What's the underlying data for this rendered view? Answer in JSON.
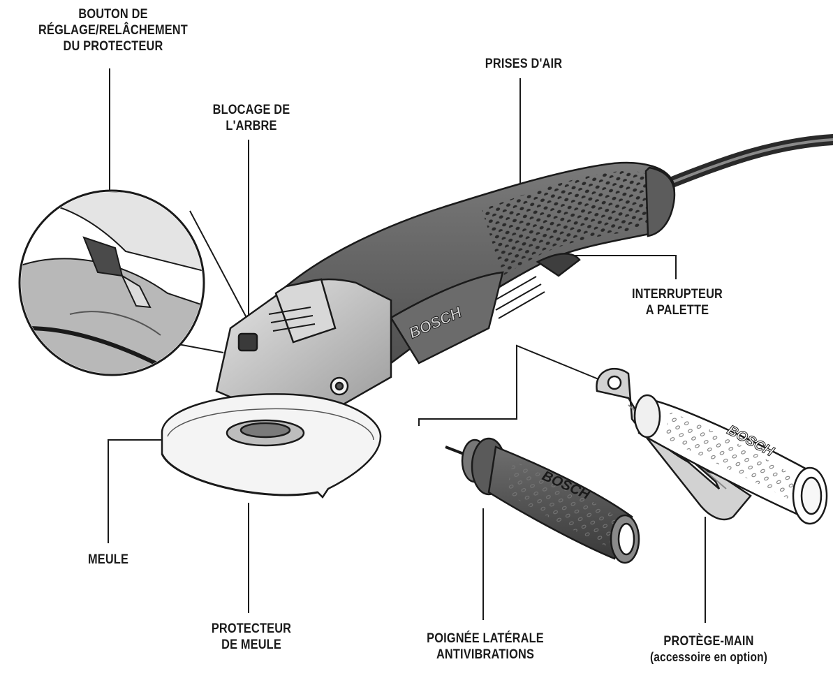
{
  "labels": {
    "guard_button": {
      "line1": "BOUTON DE",
      "line2": "RÉGLAGE/RELÂCHEMENT",
      "line3": "DU PROTECTEUR"
    },
    "spindle_lock": {
      "line1": "BLOCAGE DE",
      "line2": "L'ARBRE"
    },
    "air_vents": {
      "line1": "PRISES D'AIR"
    },
    "paddle_switch": {
      "line1": "INTERRUPTEUR",
      "line2": "A PALETTE"
    },
    "wheel": {
      "line1": "MEULE"
    },
    "wheel_guard": {
      "line1": "PROTECTEUR",
      "line2": "DE MEULE"
    },
    "side_handle": {
      "line1": "POIGNÉE LATÉRALE",
      "line2": "ANTIVIBRATIONS"
    },
    "hand_guard": {
      "line1": "PROTÈGE-MAIN",
      "line2": "(accessoire en option)"
    }
  },
  "logos": {
    "tool": "BOSCH",
    "side_handle": "BOSCH",
    "hand_guard_handle": "BOSCH"
  },
  "colors": {
    "ink": "#1a1a1a",
    "body_dark": "#5a5a5a",
    "body_mid": "#8a8a8a",
    "head_light": "#c9c9c9",
    "background": "#ffffff"
  }
}
